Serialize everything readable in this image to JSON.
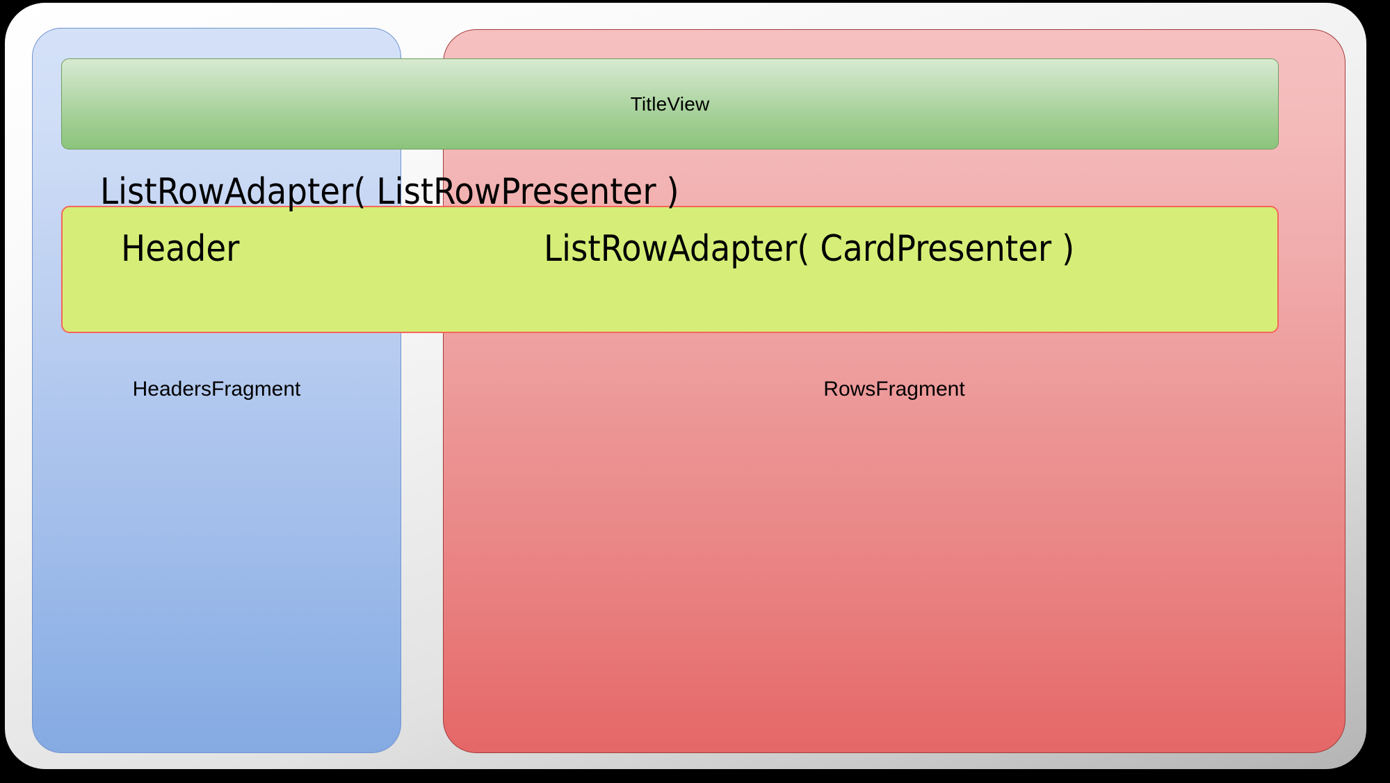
{
  "diagram": {
    "title_view": {
      "label": "TitleView",
      "fill_top": "#d7ead0",
      "fill_bottom": "#8cc47c",
      "border": "#6f9e60"
    },
    "headers_fragment": {
      "label": "HeadersFragment",
      "fill_top": "#d4e1f8",
      "fill_bottom": "#85a9e2",
      "border": "#6f93cf"
    },
    "rows_fragment": {
      "label": "RowsFragment",
      "fill_top": "#f6c0c0",
      "fill_bottom": "#e56767",
      "border": "#a33b3b"
    },
    "list_row_box": {
      "title": "ListRowAdapter( ListRowPresenter )",
      "header_label": "Header",
      "card_presenter_label": "ListRowAdapter( CardPresenter )",
      "fill": "#d6ee77",
      "border": "#f4655a"
    },
    "shell": {
      "fill_light": "#ffffff",
      "fill_dark": "#b4b4b4"
    },
    "background": "#000000"
  }
}
